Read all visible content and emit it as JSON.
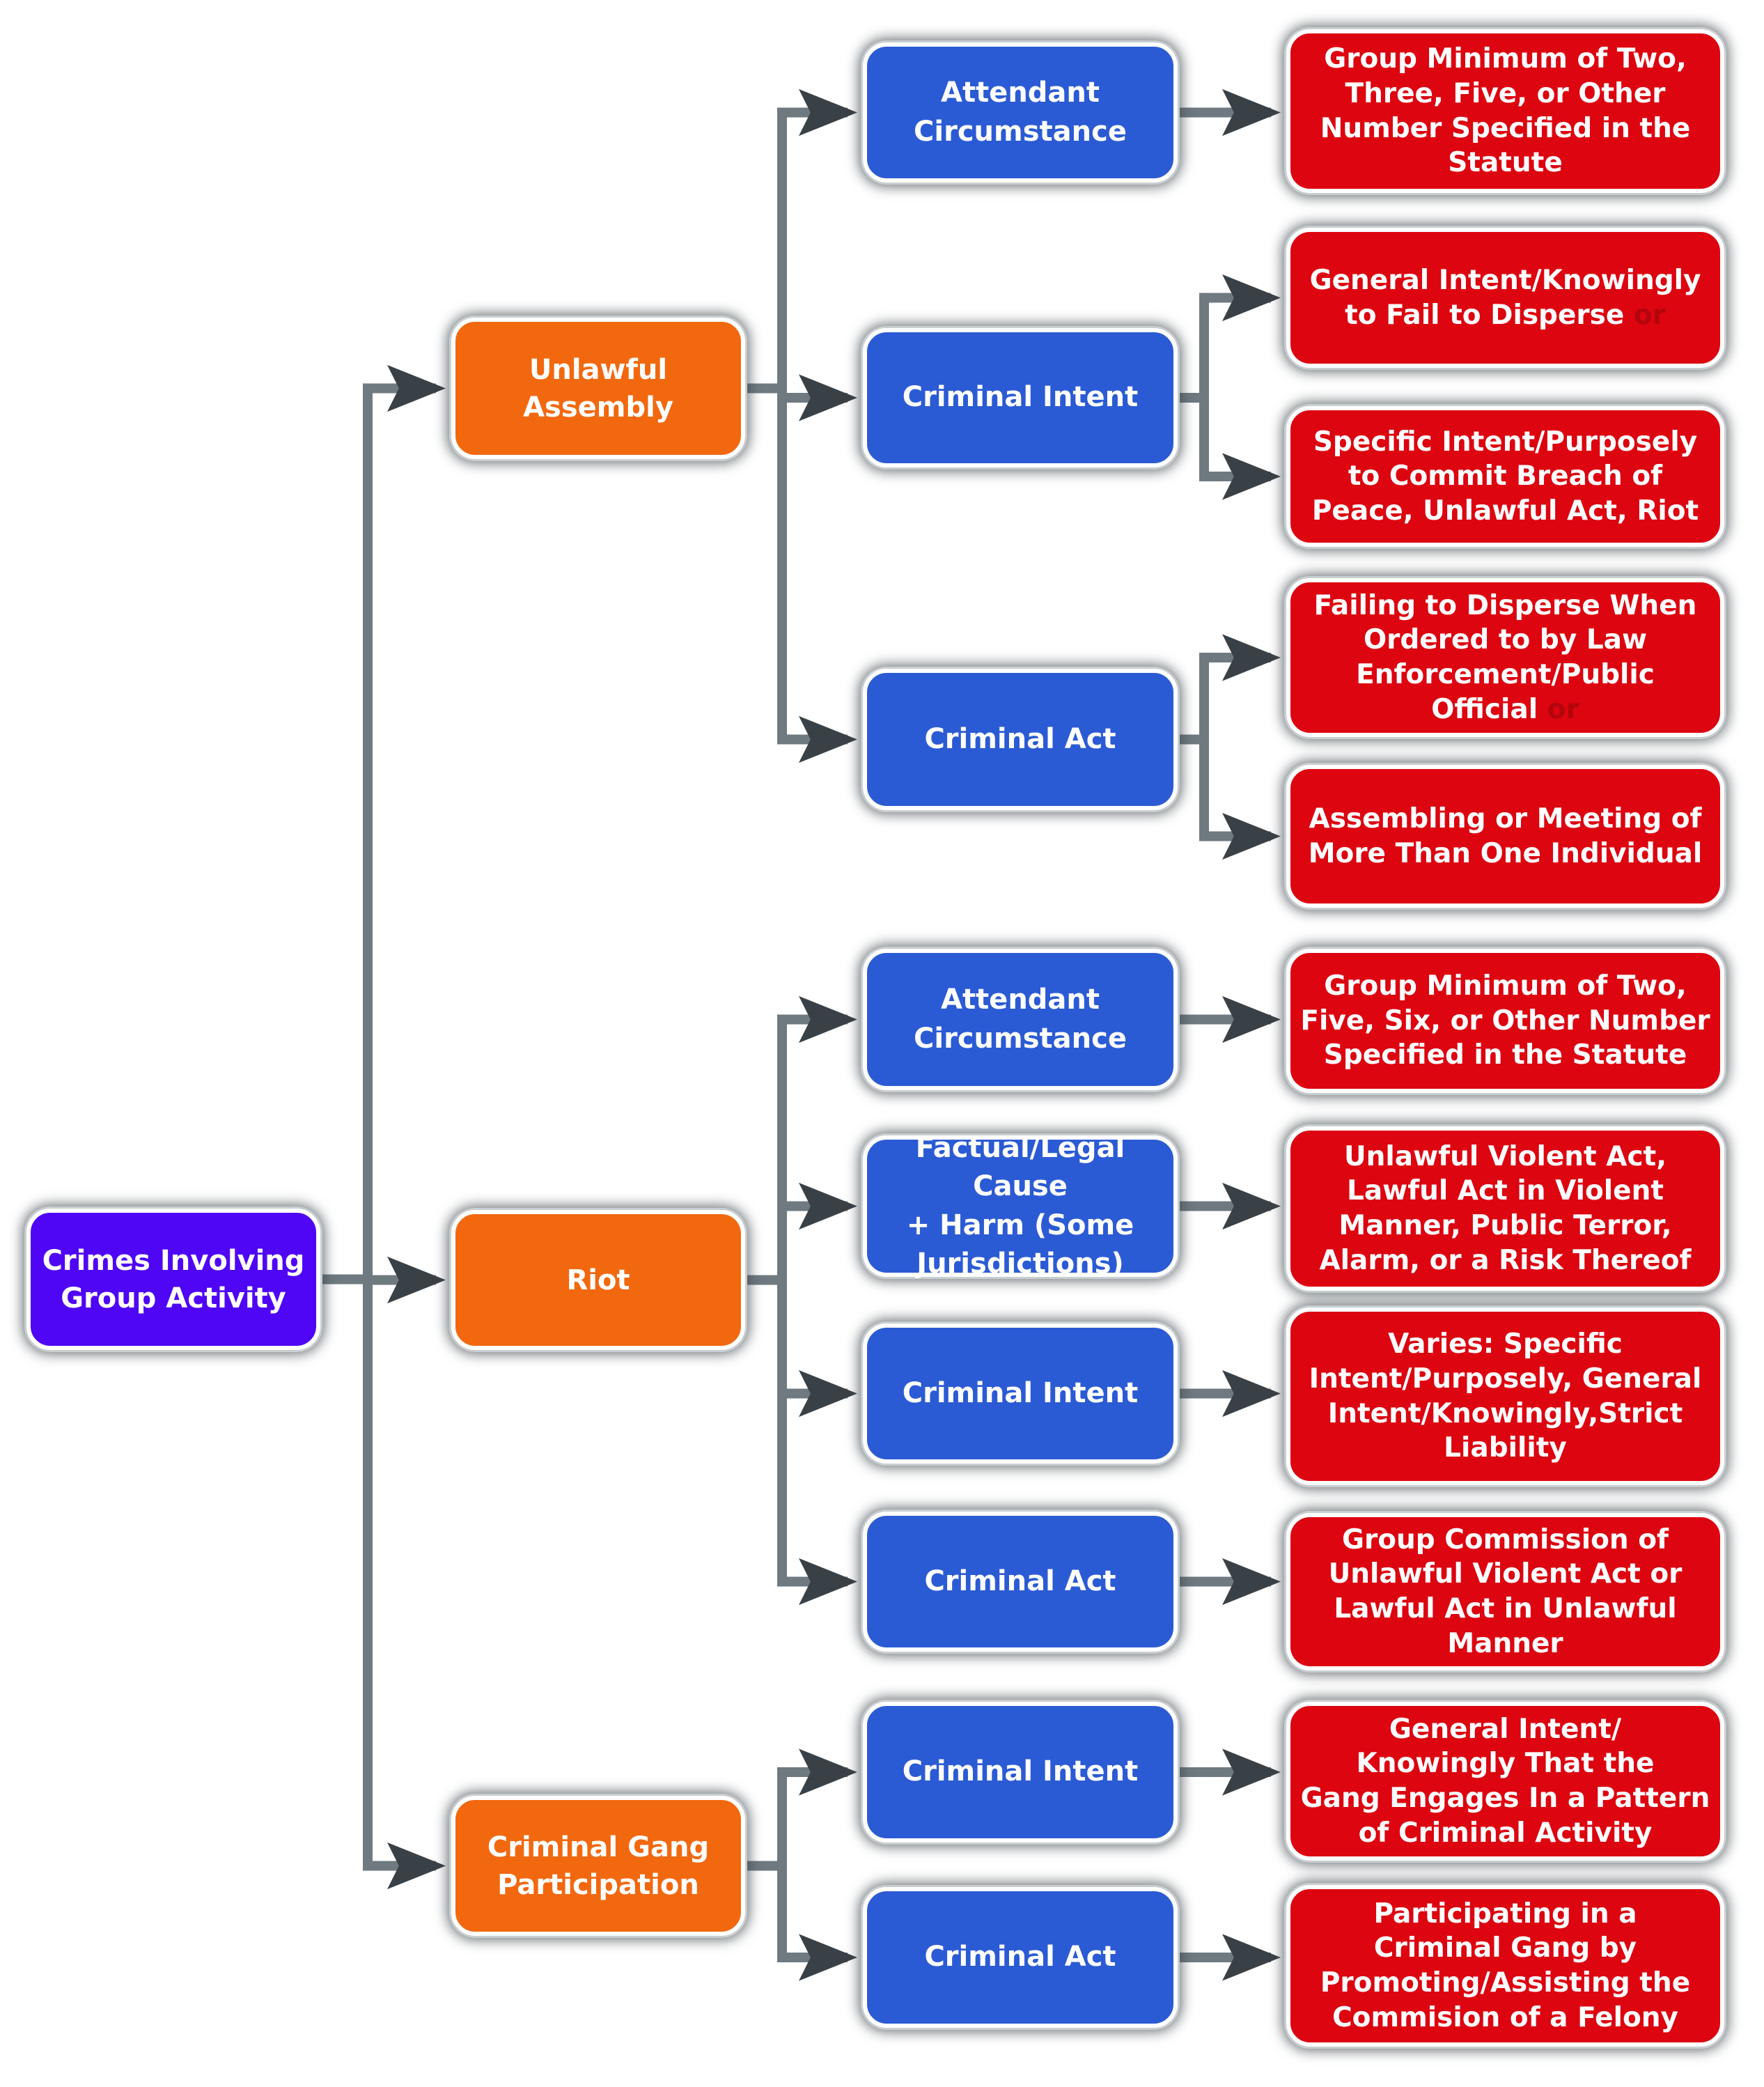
{
  "diagram": {
    "root": {
      "label": "Crimes Involving\nGroup Activity",
      "color": "#4f06f4"
    },
    "categories": [
      {
        "label": "Unlawful Assembly",
        "color": "#f2680f",
        "elements": [
          {
            "label": "Attendant\nCircumstance",
            "details": [
              {
                "label": "Group Minimum of Two,\nThree, Five, or Other\nNumber Specified in the\nStatute"
              }
            ]
          },
          {
            "label": "Criminal Intent",
            "details": [
              {
                "label": "General Intent/Knowingly\nto Fail to Disperse",
                "connector": "or"
              },
              {
                "label": "Specific Intent/Purposely\nto Commit Breach of\nPeace, Unlawful Act, Riot"
              }
            ]
          },
          {
            "label": "Criminal Act",
            "details": [
              {
                "label": "Failing to Disperse When\nOrdered to by Law\nEnforcement/Public\nOfficial",
                "connector": "or"
              },
              {
                "label": "Assembling or Meeting of\nMore Than One Individual"
              }
            ]
          }
        ]
      },
      {
        "label": "Riot",
        "color": "#f2680f",
        "elements": [
          {
            "label": "Attendant\nCircumstance",
            "details": [
              {
                "label": "Group Minimum of Two,\nFive, Six, or Other Number\nSpecified in the Statute"
              }
            ]
          },
          {
            "label": "Factual/Legal Cause\n+ Harm (Some\nJurisdictions)",
            "details": [
              {
                "label": "Unlawful Violent Act,\nLawful Act in Violent\nManner, Public Terror,\nAlarm, or a Risk Thereof"
              }
            ]
          },
          {
            "label": "Criminal Intent",
            "details": [
              {
                "label": "Varies: Specific\nIntent/Purposely, General\nIntent/Knowingly,Strict\nLiability"
              }
            ]
          },
          {
            "label": "Criminal Act",
            "details": [
              {
                "label": "Group Commission of\nUnlawful Violent Act or\nLawful Act in Unlawful\nManner"
              }
            ]
          }
        ]
      },
      {
        "label": "Criminal Gang\nParticipation",
        "color": "#f2680f",
        "elements": [
          {
            "label": "Criminal Intent",
            "details": [
              {
                "label": "General Intent/\nKnowingly That the\nGang Engages In a Pattern\nof Criminal Activity"
              }
            ]
          },
          {
            "label": "Criminal Act",
            "details": [
              {
                "label": "Participating in a\nCriminal Gang by\nPromoting/Assisting the\nCommision of a Felony"
              }
            ]
          }
        ]
      }
    ],
    "colors": {
      "element": "#2b5bd4",
      "detail": "#dc0510",
      "connector": "#6f7a80"
    }
  }
}
